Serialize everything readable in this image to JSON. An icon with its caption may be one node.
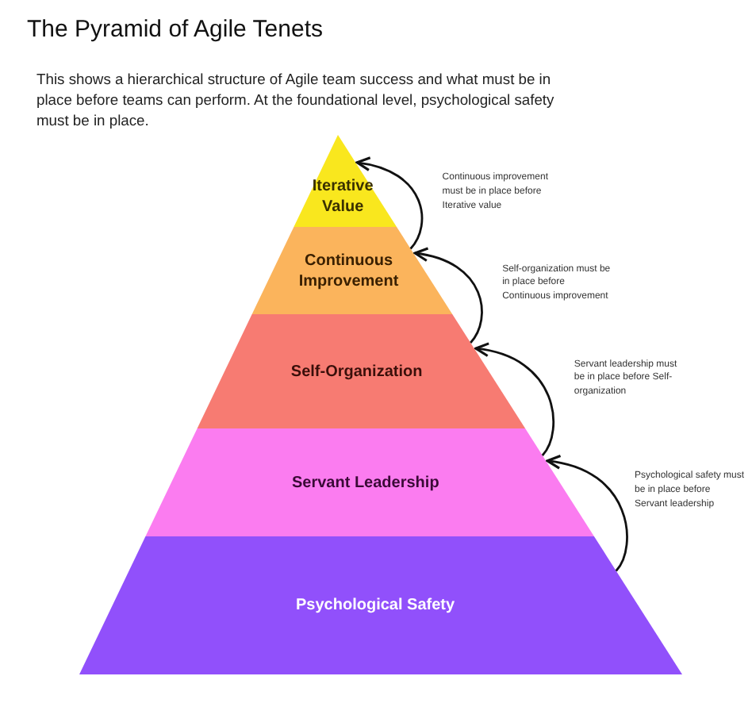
{
  "diagram": {
    "title": "The Pyramid of Agile Tenets",
    "caption": "This shows a hierarchical structure of Agile team success and what must be in place before teams can perform. At the foundational level, psychological safety must be in place.",
    "nodes": [
      {
        "text": [
          "Iterative Value"
        ]
      },
      {
        "text": [
          "Continuous Improvement"
        ]
      },
      {
        "text": [
          "Self-Organization"
        ]
      },
      {
        "text": [
          "Servant Leadership"
        ]
      },
      {
        "text": [
          "Psychological Safety"
        ]
      }
    ],
    "edges": [
      {
        "from": 1,
        "to": 0,
        "arrow": "to",
        "label": "Continuous improvement must be in place before Iterative value"
      },
      {
        "from": 2,
        "to": 1,
        "arrow": "to",
        "label": "Self-organization must be in place before Continuous improvement"
      },
      {
        "from": 3,
        "to": 2,
        "arrow": "to",
        "label": "Servant leadership must be in place before Self-organization"
      },
      {
        "from": 4,
        "to": 3,
        "arrow": "to",
        "label": "Psychological safety must be in place before Servant leadership"
      }
    ]
  }
}
